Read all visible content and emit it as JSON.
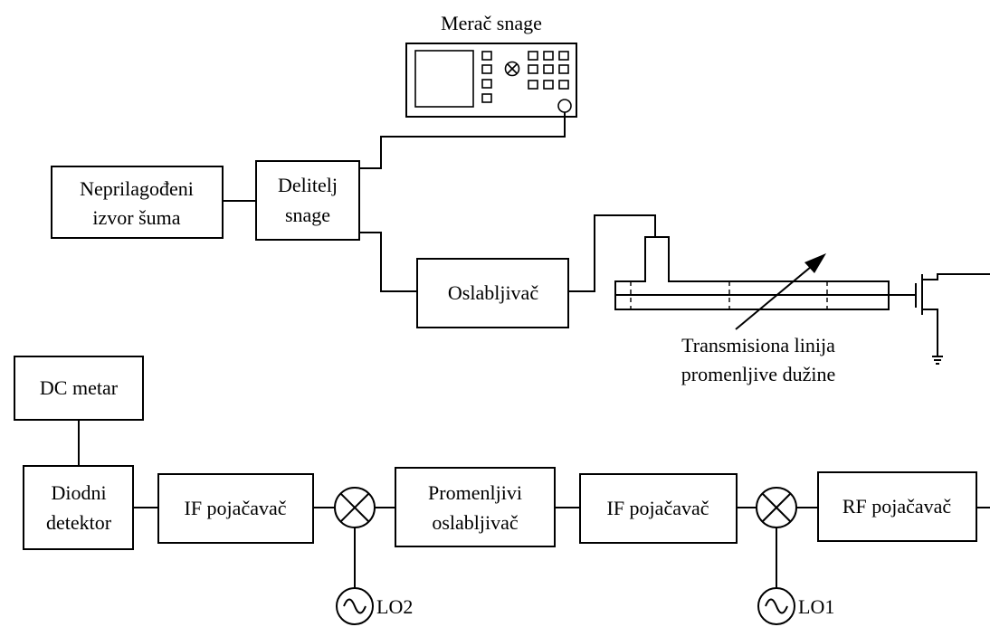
{
  "labels": {
    "power_meter": "Merač snage",
    "noise_source_l1": "Neprilagođeni",
    "noise_source_l2": "izvor šuma",
    "splitter_l1": "Delitelj",
    "splitter_l2": "snage",
    "attenuator": "Oslabljivač",
    "tline_l1": "Transmisiona linija",
    "tline_l2": "promenljive dužine",
    "dc_meter": "DC metar",
    "diode_l1": "Diodni",
    "diode_l2": "detektor",
    "if_amp_1": "IF pojačavač",
    "var_att_l1": "Promenljivi",
    "var_att_l2": "oslabljivač",
    "if_amp_2": "IF pojačavač",
    "rf_amp": "RF pojačavač",
    "lo2": "LO2",
    "lo1": "LO1"
  }
}
